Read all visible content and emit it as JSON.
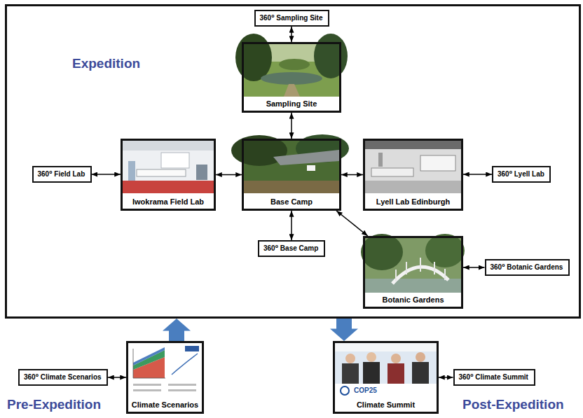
{
  "diagram": {
    "nodes": [
      {
        "text": [
          "Expedition"
        ]
      },
      {
        "text": [
          "360⁰ Sampling Site"
        ],
        "in": 0
      },
      {
        "text": [
          "Sampling Site"
        ],
        "in": 0
      },
      {
        "text": [
          "360⁰ Field Lab"
        ],
        "in": 0
      },
      {
        "text": [
          "Iwokrama Field Lab"
        ],
        "in": 0
      },
      {
        "text": [
          "Base Camp"
        ],
        "in": 0
      },
      {
        "text": [
          "Lyell Lab Edinburgh"
        ],
        "in": 0
      },
      {
        "text": [
          "360⁰ Lyell Lab"
        ],
        "in": 0
      },
      {
        "text": [
          "360⁰ Base Camp"
        ],
        "in": 0
      },
      {
        "text": [
          "Botanic Gardens"
        ],
        "in": 0
      },
      {
        "text": [
          "360⁰ Botanic Gardens"
        ],
        "in": 0
      },
      {
        "text": [
          "360⁰ Climate Scenarios"
        ]
      },
      {
        "text": [
          "Climate Scenarios"
        ]
      },
      {
        "text": [
          "Climate Summit"
        ]
      },
      {
        "text": [
          "360⁰ Climate Summit"
        ]
      }
    ],
    "edges": [
      {
        "from": 1,
        "to": 2,
        "arrow": "both"
      },
      {
        "from": 2,
        "to": 5,
        "arrow": "both"
      },
      {
        "from": 3,
        "to": 4,
        "arrow": "both"
      },
      {
        "from": 4,
        "to": 5,
        "arrow": "both"
      },
      {
        "from": 5,
        "to": 6,
        "arrow": "both"
      },
      {
        "from": 6,
        "to": 7,
        "arrow": "both"
      },
      {
        "from": 5,
        "to": 8,
        "arrow": "both"
      },
      {
        "from": 5,
        "to": 9,
        "arrow": "both"
      },
      {
        "from": 9,
        "to": 10,
        "arrow": "both"
      },
      {
        "from": 11,
        "to": 12,
        "arrow": "both"
      },
      {
        "from": 13,
        "to": 14,
        "arrow": "both"
      },
      {
        "from": 12,
        "to": 0,
        "arrow": "to"
      },
      {
        "from": 0,
        "to": 13,
        "arrow": "to"
      }
    ],
    "labels": [
      "Pre-Expedition",
      "Post-Expedition",
      "COP25"
    ]
  }
}
